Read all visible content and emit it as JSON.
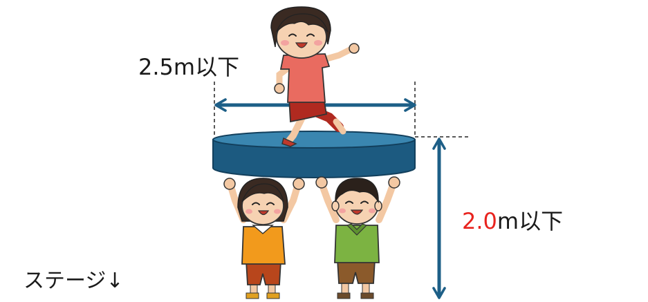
{
  "labels": {
    "width": "2.5m以下",
    "height_value": "2.0",
    "height_unit": "m以下",
    "stage": "ステージ↓"
  },
  "colors": {
    "arrow": "#1d5f87",
    "platform_side": "#1c5a80",
    "platform_top": "#3a86b0",
    "highlight_red": "#e8231e",
    "text": "#1a1a1a"
  },
  "icons": {
    "top_figure": "girl-jumping-icon",
    "left_figure": "girl-lifting-icon",
    "right_figure": "boy-lifting-icon"
  }
}
